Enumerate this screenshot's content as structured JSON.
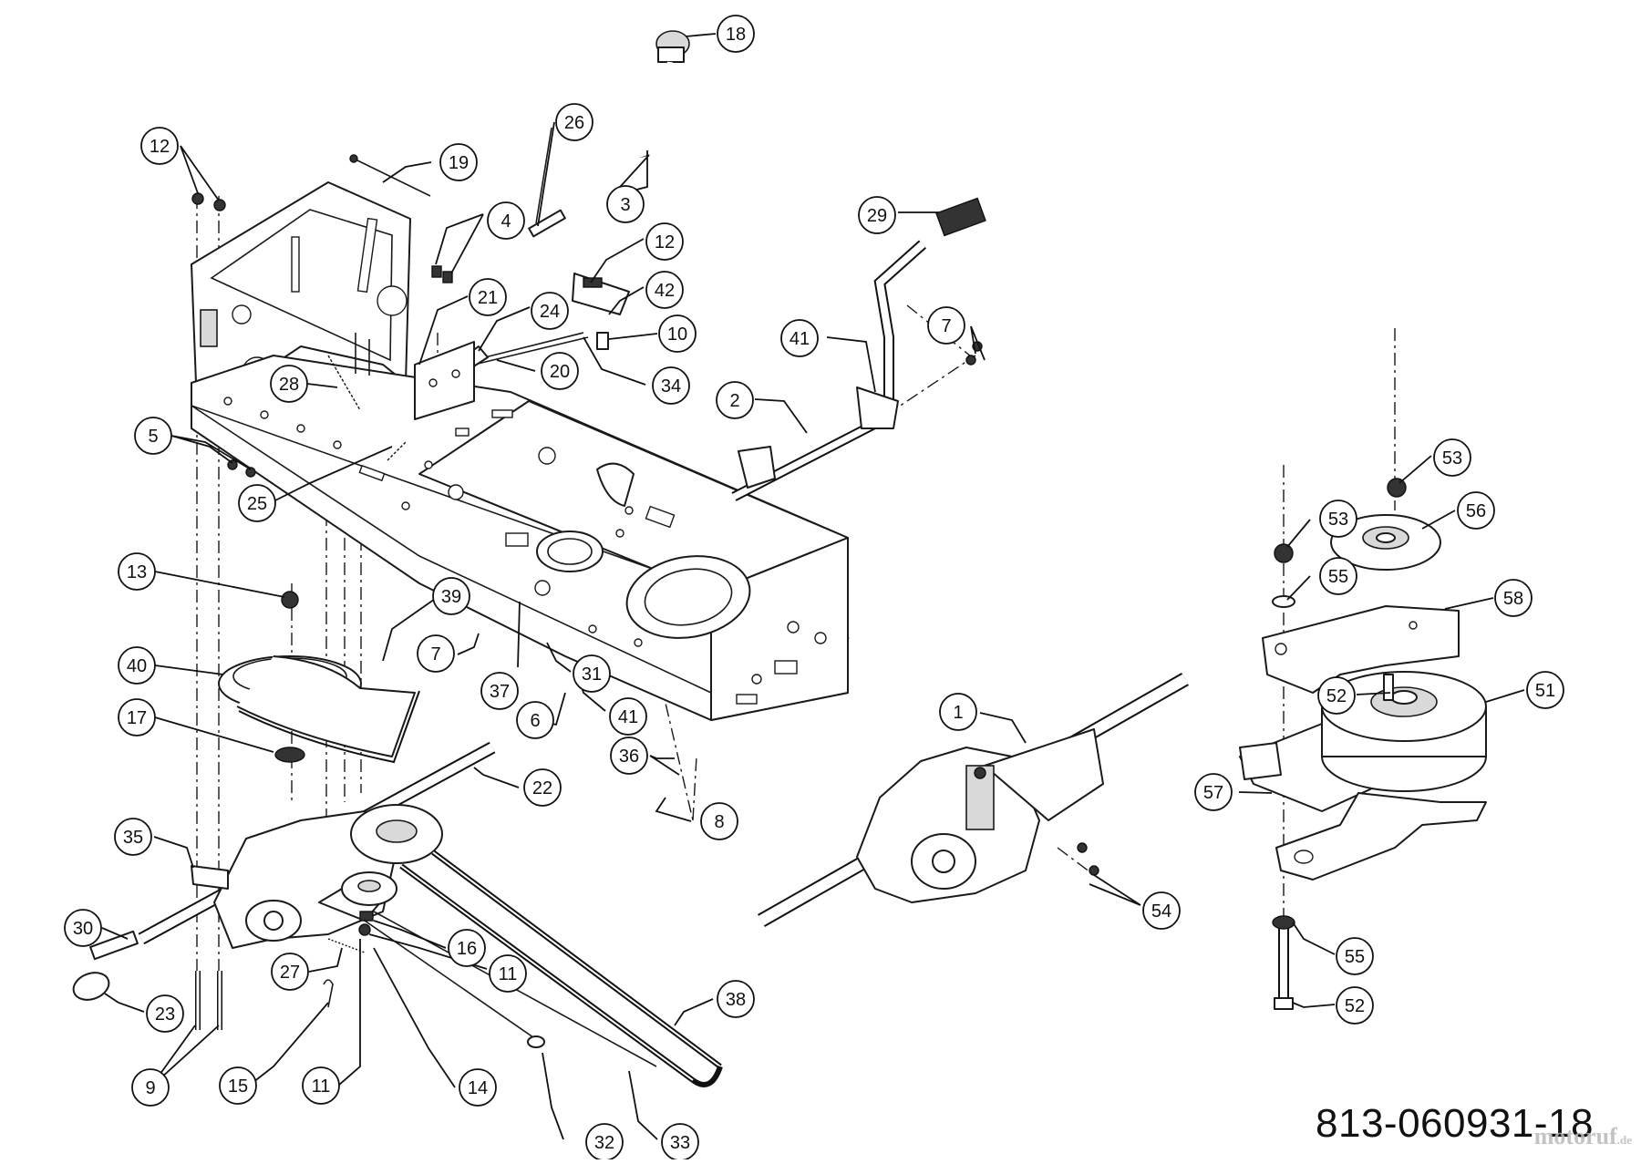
{
  "drawing_number": "813-060931-18",
  "watermark": {
    "brand": "motoruf",
    "suffix": ".de"
  },
  "callouts": [
    {
      "id": "c-18a",
      "label": "18"
    },
    {
      "id": "c-26",
      "label": "26"
    },
    {
      "id": "c-19",
      "label": "19"
    },
    {
      "id": "c-12a",
      "label": "12"
    },
    {
      "id": "c-3",
      "label": "3"
    },
    {
      "id": "c-4",
      "label": "4"
    },
    {
      "id": "c-29",
      "label": "29"
    },
    {
      "id": "c-12b",
      "label": "12"
    },
    {
      "id": "c-42",
      "label": "42"
    },
    {
      "id": "c-21",
      "label": "21"
    },
    {
      "id": "c-24",
      "label": "24"
    },
    {
      "id": "c-10",
      "label": "10"
    },
    {
      "id": "c-41a",
      "label": "41"
    },
    {
      "id": "c-7a",
      "label": "7"
    },
    {
      "id": "c-28",
      "label": "28"
    },
    {
      "id": "c-20",
      "label": "20"
    },
    {
      "id": "c-34",
      "label": "34"
    },
    {
      "id": "c-2",
      "label": "2"
    },
    {
      "id": "c-5",
      "label": "5"
    },
    {
      "id": "c-25",
      "label": "25"
    },
    {
      "id": "c-53a",
      "label": "53"
    },
    {
      "id": "c-53b",
      "label": "53"
    },
    {
      "id": "c-56",
      "label": "56"
    },
    {
      "id": "c-13",
      "label": "13"
    },
    {
      "id": "c-55a",
      "label": "55"
    },
    {
      "id": "c-39",
      "label": "39"
    },
    {
      "id": "c-58",
      "label": "58"
    },
    {
      "id": "c-40",
      "label": "40"
    },
    {
      "id": "c-7b",
      "label": "7"
    },
    {
      "id": "c-31",
      "label": "31"
    },
    {
      "id": "c-37",
      "label": "37"
    },
    {
      "id": "c-1",
      "label": "1"
    },
    {
      "id": "c-52a",
      "label": "52"
    },
    {
      "id": "c-51",
      "label": "51"
    },
    {
      "id": "c-17",
      "label": "17"
    },
    {
      "id": "c-6",
      "label": "6"
    },
    {
      "id": "c-41b",
      "label": "41"
    },
    {
      "id": "c-36",
      "label": "36"
    },
    {
      "id": "c-22",
      "label": "22"
    },
    {
      "id": "c-57",
      "label": "57"
    },
    {
      "id": "c-8",
      "label": "8"
    },
    {
      "id": "c-35",
      "label": "35"
    },
    {
      "id": "c-54",
      "label": "54"
    },
    {
      "id": "c-30",
      "label": "30"
    },
    {
      "id": "c-16",
      "label": "16"
    },
    {
      "id": "c-27",
      "label": "27"
    },
    {
      "id": "c-11a",
      "label": "11"
    },
    {
      "id": "c-55b",
      "label": "55"
    },
    {
      "id": "c-38",
      "label": "38"
    },
    {
      "id": "c-23",
      "label": "23"
    },
    {
      "id": "c-52b",
      "label": "52"
    },
    {
      "id": "c-9",
      "label": "9"
    },
    {
      "id": "c-15",
      "label": "15"
    },
    {
      "id": "c-11b",
      "label": "11"
    },
    {
      "id": "c-14",
      "label": "14"
    },
    {
      "id": "c-32",
      "label": "32"
    },
    {
      "id": "c-33",
      "label": "33"
    }
  ]
}
